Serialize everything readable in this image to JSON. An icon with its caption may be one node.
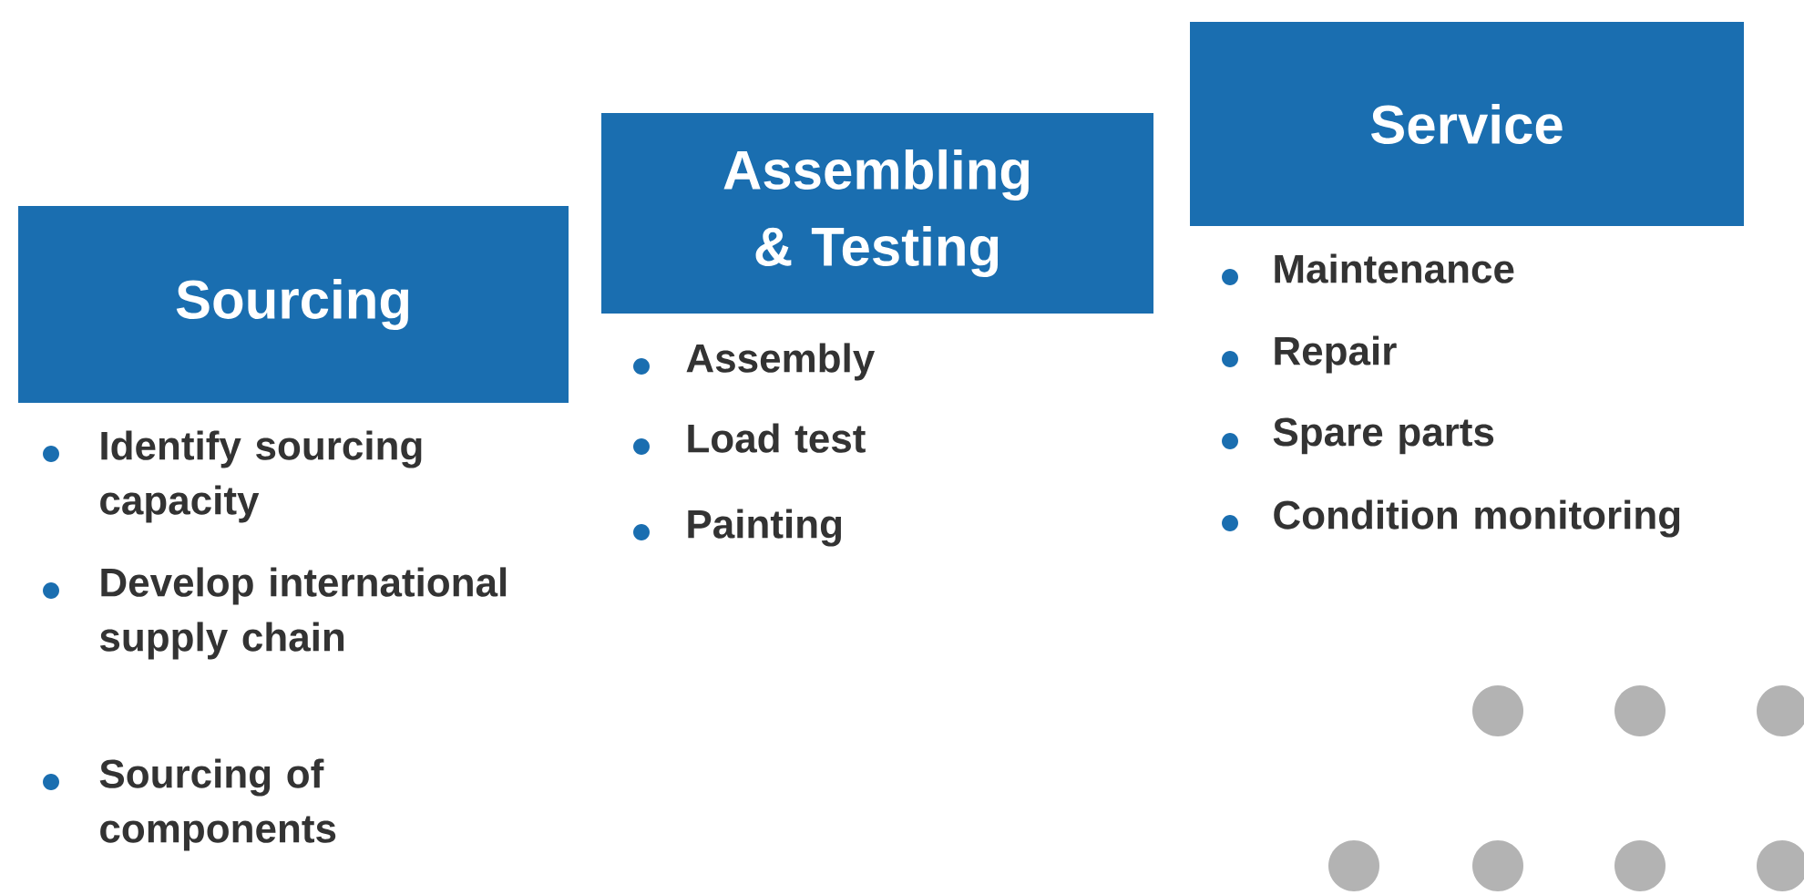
{
  "diagram": {
    "nodes": [
      {
        "text": [
          "Sourcing"
        ],
        "beside": [
          "Identify sourcing capacity",
          "Develop international supply chain",
          "Sourcing of components"
        ]
      },
      {
        "text": [
          "Assembling & Testing"
        ],
        "beside": [
          "Assembly",
          "Load test",
          "Painting"
        ]
      },
      {
        "text": [
          "Service"
        ],
        "beside": [
          "Maintenance",
          "Repair",
          "Spare parts",
          "Condition monitoring"
        ]
      }
    ]
  }
}
